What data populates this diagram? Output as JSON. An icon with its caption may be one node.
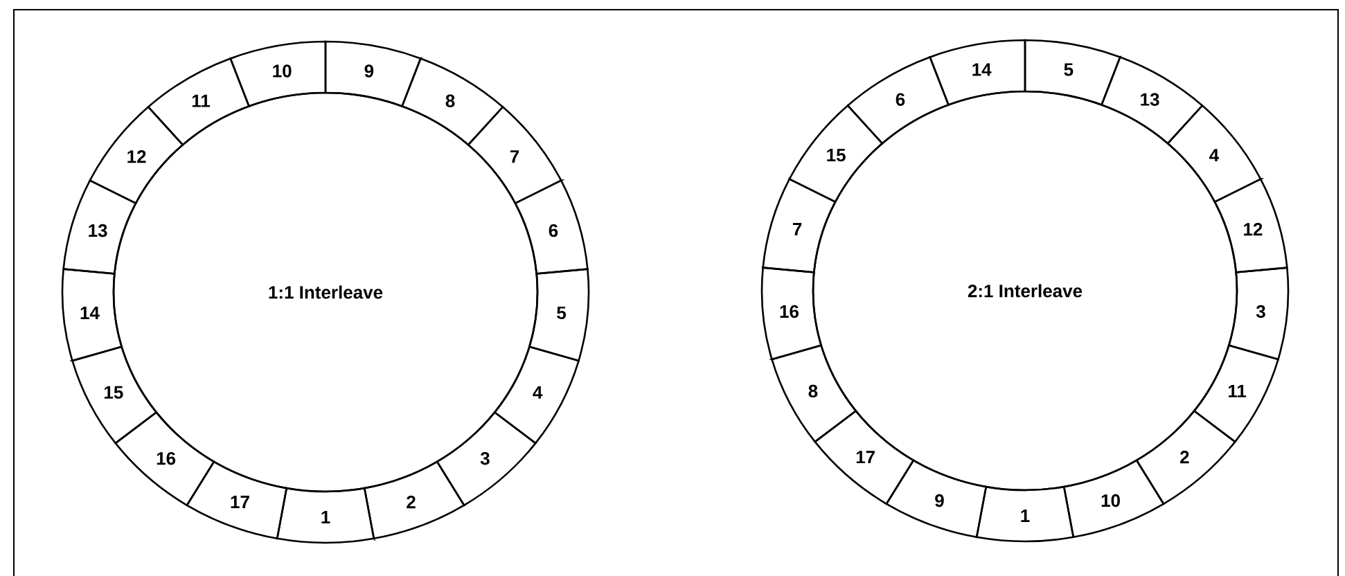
{
  "diagram": {
    "nodes": [
      {
        "text": [
          "1:1 Interleave"
        ]
      },
      {
        "text": [
          "1"
        ]
      },
      {
        "text": [
          "2"
        ]
      },
      {
        "text": [
          "3"
        ]
      },
      {
        "text": [
          "4"
        ]
      },
      {
        "text": [
          "5"
        ]
      },
      {
        "text": [
          "6"
        ]
      },
      {
        "text": [
          "7"
        ]
      },
      {
        "text": [
          "8"
        ]
      },
      {
        "text": [
          "9"
        ]
      },
      {
        "text": [
          "10"
        ]
      },
      {
        "text": [
          "11"
        ]
      },
      {
        "text": [
          "12"
        ]
      },
      {
        "text": [
          "13"
        ]
      },
      {
        "text": [
          "14"
        ]
      },
      {
        "text": [
          "15"
        ]
      },
      {
        "text": [
          "16"
        ]
      },
      {
        "text": [
          "17"
        ]
      },
      {
        "text": [
          "2:1 Interleave"
        ]
      },
      {
        "text": [
          "1"
        ]
      },
      {
        "text": [
          "10"
        ]
      },
      {
        "text": [
          "2"
        ]
      },
      {
        "text": [
          "11"
        ]
      },
      {
        "text": [
          "3"
        ]
      },
      {
        "text": [
          "12"
        ]
      },
      {
        "text": [
          "4"
        ]
      },
      {
        "text": [
          "13"
        ]
      },
      {
        "text": [
          "5"
        ]
      },
      {
        "text": [
          "14"
        ]
      },
      {
        "text": [
          "6"
        ]
      },
      {
        "text": [
          "15"
        ]
      },
      {
        "text": [
          "7"
        ]
      },
      {
        "text": [
          "16"
        ]
      },
      {
        "text": [
          "8"
        ]
      },
      {
        "text": [
          "17"
        ]
      },
      {
        "text": [
          "9"
        ]
      }
    ]
  }
}
